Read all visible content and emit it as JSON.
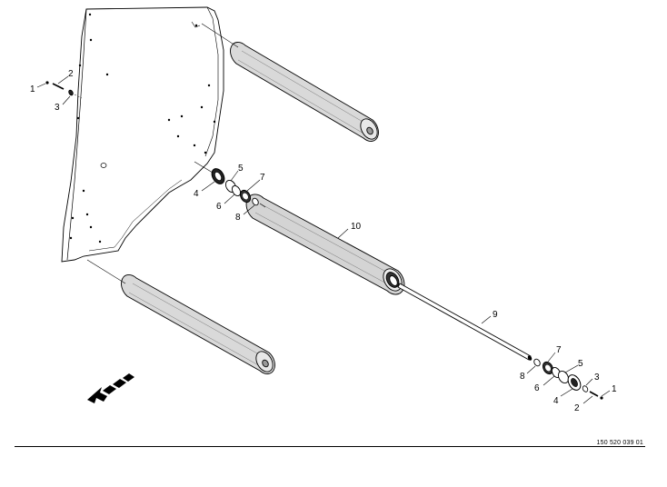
{
  "callouts": {
    "upper_left_1": "1",
    "upper_left_2": "2",
    "upper_left_3": "3",
    "left_4": "4",
    "left_5": "5",
    "left_6": "6",
    "left_7": "7",
    "left_8": "8",
    "roller_10": "10",
    "shaft_9": "9",
    "right_7": "7",
    "right_8": "8",
    "right_5": "5",
    "right_6": "6",
    "right_3": "3",
    "right_4": "4",
    "right_1": "1",
    "right_2": "2"
  },
  "document_number": "150 520 039 01",
  "icons": {
    "direction_arrow": "travel-direction-arrow-icon"
  }
}
